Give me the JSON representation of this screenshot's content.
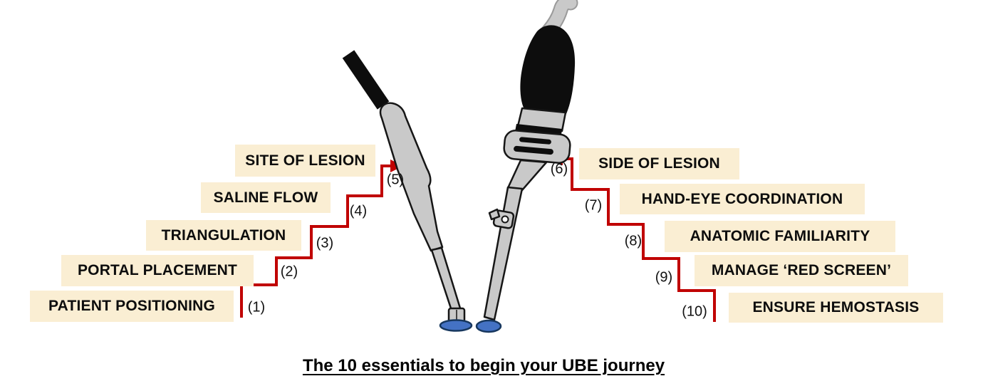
{
  "title": "The 10 essentials to begin your UBE journey",
  "left_steps": [
    {
      "num": "(1)",
      "label": "PATIENT POSITIONING"
    },
    {
      "num": "(2)",
      "label": "PORTAL PLACEMENT"
    },
    {
      "num": "(3)",
      "label": "TRIANGULATION"
    },
    {
      "num": "(4)",
      "label": "SALINE FLOW"
    },
    {
      "num": "(5)",
      "label": "SITE OF LESION"
    }
  ],
  "right_steps": [
    {
      "num": "(6)",
      "label": "SIDE OF LESION"
    },
    {
      "num": "(7)",
      "label": "HAND-EYE COORDINATION"
    },
    {
      "num": "(8)",
      "label": "ANATOMIC FAMILIARITY"
    },
    {
      "num": "(9)",
      "label": "MANAGE ‘RED SCREEN’"
    },
    {
      "num": "(10)",
      "label": "ENSURE HEMOSTASIS"
    }
  ],
  "illustration": {
    "left_instrument": "arthroscope",
    "right_instrument": "shaver-handpiece"
  },
  "colors": {
    "label_background": "#faeed3",
    "step_line_red": "#c00000",
    "instrument_tip_blue": "#4472c4",
    "instrument_gray": "#c9c9c9",
    "instrument_black": "#0d0d0d",
    "text": "#000000"
  }
}
